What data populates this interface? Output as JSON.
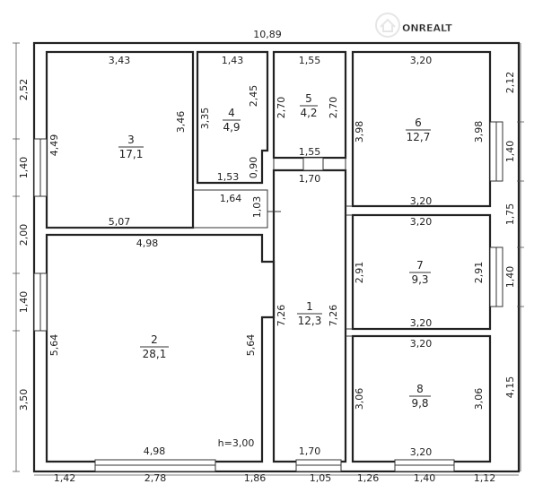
{
  "logo": {
    "text": "ONREALT",
    "icon": "house-icon"
  },
  "overall": {
    "top": "10,89",
    "height_note": "h=3,00"
  },
  "outer_dims": {
    "left": [
      "2,52",
      "1,40",
      "2,00",
      "1,40",
      "3,50"
    ],
    "right": [
      "2,12",
      "1,40",
      "1,75",
      "1,40",
      "4,15"
    ],
    "bottom": [
      "1,42",
      "2,78",
      "1,86",
      "1,05",
      "1,26",
      "1,40",
      "1,12"
    ]
  },
  "rooms": [
    {
      "id": "r1",
      "number": "1",
      "area": "12,3",
      "dims": [
        "1,70",
        "7,26",
        "7,26",
        "1,70"
      ]
    },
    {
      "id": "r2",
      "number": "2",
      "area": "28,1",
      "dims": [
        "4,98",
        "5,64",
        "5,64",
        "4,98"
      ]
    },
    {
      "id": "r3",
      "number": "3",
      "area": "17,1",
      "dims": [
        "3,43",
        "4,49",
        "3,46",
        "5,07"
      ]
    },
    {
      "id": "r4",
      "number": "4",
      "area": "4,9",
      "dims": [
        "1,43",
        "3,35",
        "2,45",
        "0,90",
        "1,53"
      ]
    },
    {
      "id": "r5",
      "number": "5",
      "area": "4,2",
      "dims": [
        "1,55",
        "2,70",
        "2,70",
        "1,55"
      ]
    },
    {
      "id": "r6",
      "number": "6",
      "area": "12,7",
      "dims": [
        "3,20",
        "3,98",
        "3,98",
        "3,20"
      ]
    },
    {
      "id": "r7",
      "number": "7",
      "area": "9,3",
      "dims": [
        "3,20",
        "2,91",
        "2,91",
        "3,20"
      ]
    },
    {
      "id": "r8",
      "number": "8",
      "area": "9,8",
      "dims": [
        "3,20",
        "3,06",
        "3,06",
        "3,20"
      ]
    }
  ],
  "extra_dims": [
    "1,64",
    "1,03"
  ]
}
